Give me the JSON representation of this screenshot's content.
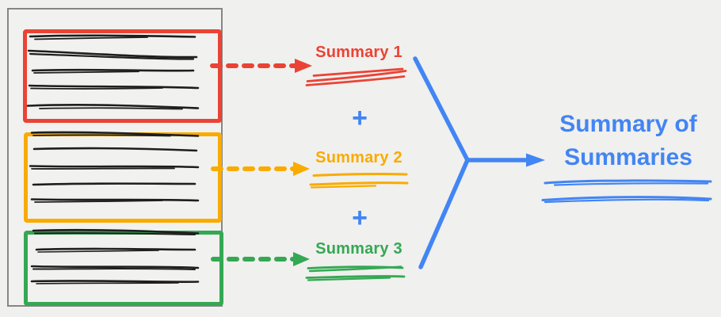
{
  "diagram": {
    "background_color": "#f0f0ee",
    "document": {
      "border_color": "#868686",
      "chunks": [
        {
          "name": "chunk-1",
          "color": "#ea4335",
          "text_line_count": 5
        },
        {
          "name": "chunk-2",
          "color": "#f9ab00",
          "text_line_count": 5
        },
        {
          "name": "chunk-3",
          "color": "#34a853",
          "text_line_count": 4
        }
      ]
    },
    "summaries": [
      {
        "label": "Summary 1",
        "color": "#ea4335"
      },
      {
        "label": "Summary 2",
        "color": "#f9ab00"
      },
      {
        "label": "Summary 3",
        "color": "#34a853"
      }
    ],
    "plus_operator": "+",
    "result": {
      "label": "Summary of Summaries",
      "color": "#4285f4"
    }
  }
}
